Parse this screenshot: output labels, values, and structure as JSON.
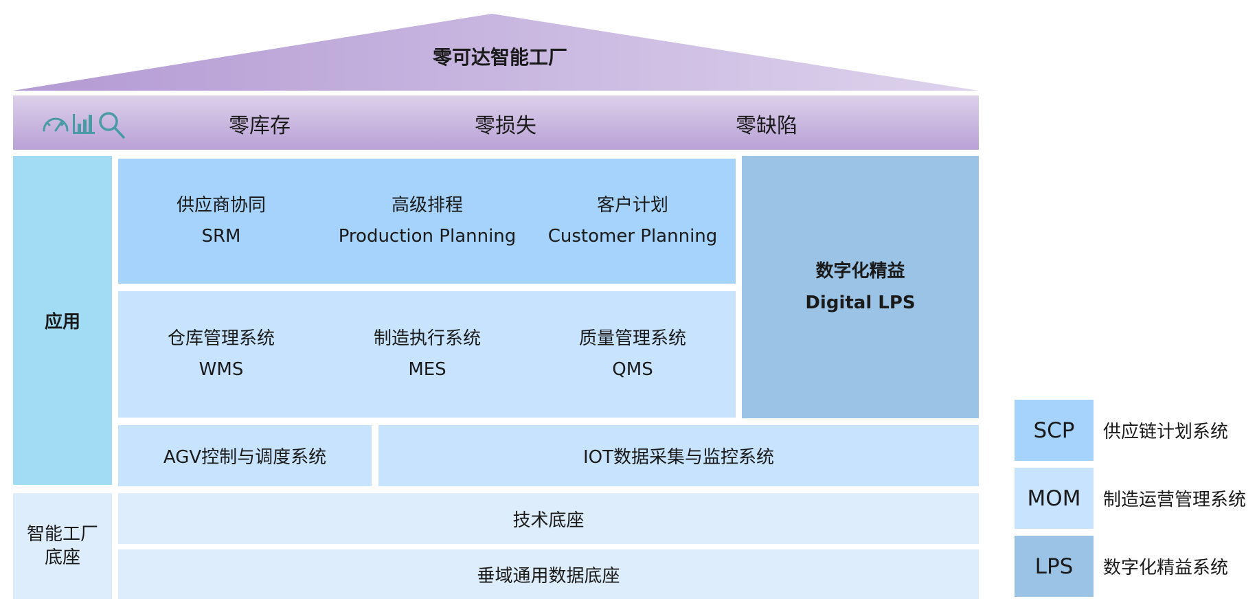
{
  "roof": {
    "title": "零可达智能工厂"
  },
  "zero_band": {
    "icons": [
      "speedometer-icon",
      "bar-chart-icon",
      "magnifier-icon"
    ],
    "items": [
      "零库存",
      "零损失",
      "零缺陷"
    ]
  },
  "app_column": {
    "label": "应用"
  },
  "scp_modules": [
    {
      "cn": "供应商协同",
      "en": "SRM"
    },
    {
      "cn": "高级排程",
      "en": "Production Planning"
    },
    {
      "cn": "客户计划",
      "en": "Customer Planning"
    }
  ],
  "mom_modules": [
    {
      "cn": "仓库管理系统",
      "en": "WMS"
    },
    {
      "cn": "制造执行系统",
      "en": "MES"
    },
    {
      "cn": "质量管理系统",
      "en": "QMS"
    }
  ],
  "lps": {
    "cn": "数字化精益",
    "en": "Digital LPS"
  },
  "agv": {
    "label": "AGV控制与调度系统"
  },
  "iot": {
    "label": "IOT数据采集与监控系统"
  },
  "base_column": {
    "line1": "智能工厂",
    "line2": "底座"
  },
  "tech_base": {
    "label": "技术底座"
  },
  "data_base": {
    "label": "垂域通用数据底座"
  },
  "legend": [
    {
      "code": "SCP",
      "desc": "供应链计划系统",
      "color": "#a6d3fb"
    },
    {
      "code": "MOM",
      "desc": "制造运营管理系统",
      "color": "#c8e3fd"
    },
    {
      "code": "LPS",
      "desc": "数字化精益系统",
      "color": "#9bc3e6"
    }
  ],
  "colors": {
    "roof_light": "#ddd3ec",
    "roof_dark": "#b39ad3",
    "icon": "#4a9aa6"
  }
}
